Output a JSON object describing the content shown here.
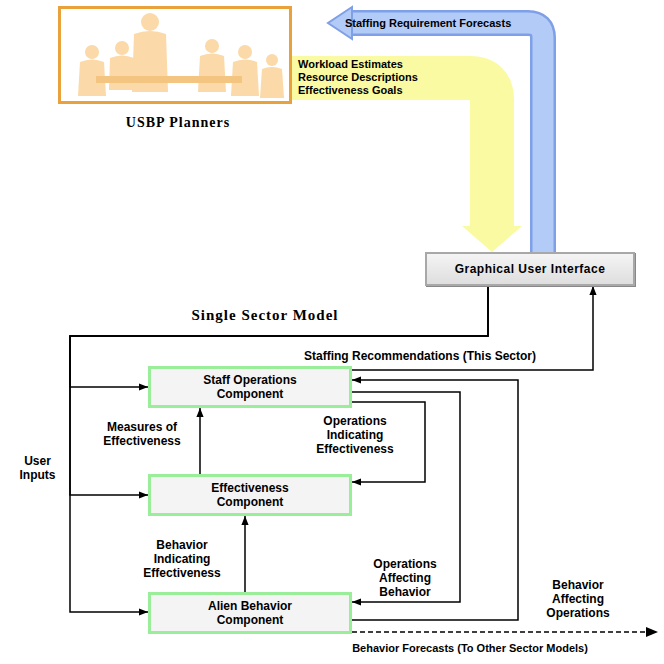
{
  "diagram": {
    "nodes": [
      {
        "text": [
          "USBP Planners"
        ]
      },
      {
        "text": [
          "Graphical User Interface"
        ]
      },
      {
        "text": [
          "Staff Operations Component"
        ]
      },
      {
        "text": [
          "Effectiveness Component"
        ]
      },
      {
        "text": [
          "Alien Behavior Component"
        ]
      }
    ],
    "edges": [
      {
        "from": 0,
        "to": 1,
        "arrow": "to",
        "label": "Workload Estimates Resource Descriptions Effectiveness Goals"
      },
      {
        "from": 1,
        "to": 0,
        "arrow": "to",
        "label": "Staffing Requirement Forecasts"
      },
      {
        "from": 1,
        "to": 2,
        "arrow": "to"
      },
      {
        "from": 1,
        "to": 3,
        "arrow": "to"
      },
      {
        "from": 1,
        "to": 4,
        "arrow": "to"
      },
      {
        "from": 2,
        "to": 1,
        "arrow": "to",
        "label": "Staffing Recommendations (This Sector)"
      },
      {
        "from": 3,
        "to": 2,
        "arrow": "to",
        "label": "Measures of Effectiveness"
      },
      {
        "from": 2,
        "to": 3,
        "arrow": "to",
        "label": "Operations Indicating Effectiveness"
      },
      {
        "from": 4,
        "to": 3,
        "arrow": "to",
        "label": "Behavior Indicating Effectiveness"
      },
      {
        "from": 2,
        "to": 4,
        "arrow": "to",
        "label": "Operations Affecting Behavior"
      },
      {
        "from": 4,
        "to": 2,
        "arrow": "to",
        "label": "Behavior Affecting Operations"
      }
    ],
    "labels": [
      "Single Sector Model",
      "User Inputs",
      "Behavior Forecasts (To Other Sector Models)"
    ]
  }
}
